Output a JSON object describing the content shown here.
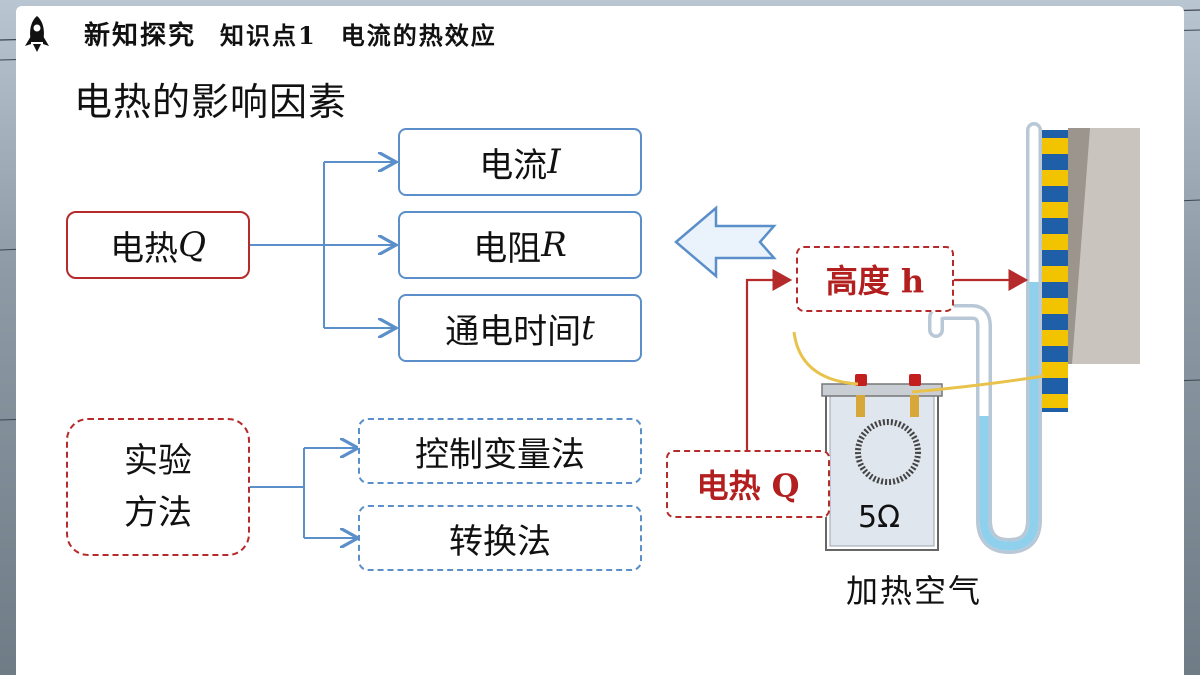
{
  "header": {
    "section": "新知探究",
    "knowledge_point": "知识点1",
    "topic": "电流的热效应"
  },
  "title": "电热的影响因素",
  "factors": {
    "root": {
      "text": "电热",
      "symbol": "Q"
    },
    "items": [
      {
        "text": "电流",
        "symbol": "I"
      },
      {
        "text": "电阻",
        "symbol": "R"
      },
      {
        "text": "通电时间",
        "symbol": "t"
      }
    ]
  },
  "methods": {
    "root_line1": "实验",
    "root_line2": "方法",
    "items": [
      "控制变量法",
      "转换法"
    ]
  },
  "apparatus": {
    "height_label": "高度 h",
    "heat_label": "电热 Q",
    "resistance": "5Ω",
    "caption": "加热空气"
  },
  "colors": {
    "blue": "#5b8fc9",
    "red": "#b52a2a",
    "liquid": "#8fd0ec",
    "scale_yellow": "#f2c300",
    "scale_blue": "#1f5fa8"
  }
}
